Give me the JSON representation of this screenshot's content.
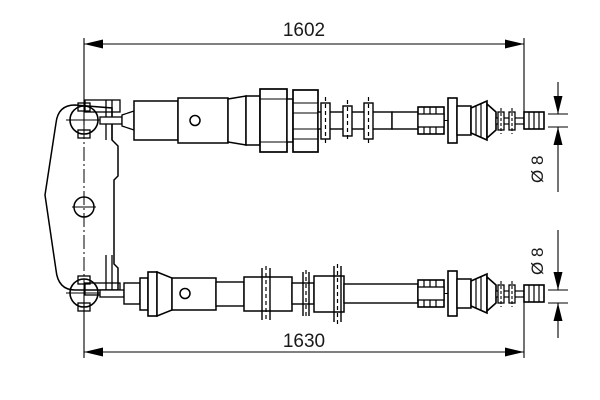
{
  "drawing": {
    "title": "Parking brake cable technical drawing",
    "background_color": "#ffffff",
    "line_color": "#000000",
    "text_color": "#1a1a1a",
    "dimensions": {
      "upper_length": "1602",
      "lower_length": "1630",
      "upper_diameter": "Ø 8",
      "lower_diameter": "Ø 8"
    },
    "labels": {
      "upper_length_label": "1602",
      "lower_length_label": "1630",
      "upper_dia_label": "Ø 8",
      "lower_dia_label": "Ø 8"
    },
    "parts": {
      "bracket": "mounting-bracket-plate",
      "upper_cable": "upper-brake-cable-assembly",
      "lower_cable": "lower-brake-cable-assembly",
      "eyelet_top": "top-eyelet",
      "eyelet_bottom": "bottom-eyelet",
      "center_hole": "center-mounting-hole"
    }
  }
}
